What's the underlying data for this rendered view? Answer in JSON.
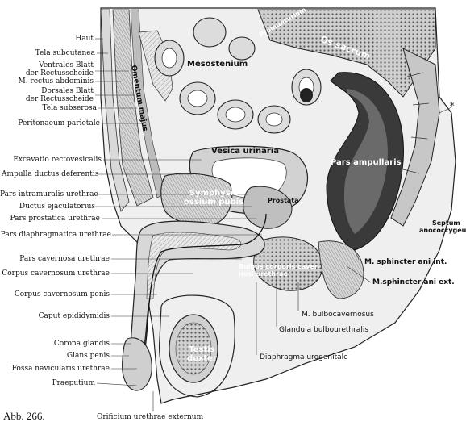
{
  "caption": "Abb. 266.",
  "star_mark": "*",
  "left_labels": [
    {
      "id": "haut",
      "text": "Haut"
    },
    {
      "id": "tela-subcutanea",
      "text": "Tela subcutanea"
    },
    {
      "id": "ventrales-blatt",
      "text": "Ventrales Blatt\nder Rectusscheide"
    },
    {
      "id": "m-rectus",
      "text": "M. rectus abdominis"
    },
    {
      "id": "dorsales-blatt",
      "text": "Dorsales Blatt\nder Rectusscheide"
    },
    {
      "id": "tela-subserosa",
      "text": "Tela subserosa"
    },
    {
      "id": "peritonaeum",
      "text": "Peritonaeum parietale"
    },
    {
      "id": "excavatio",
      "text": "Excavatio rectovesicalis"
    },
    {
      "id": "ampulla",
      "text": "Ampulla ductus deferentis"
    },
    {
      "id": "pars-intramuralis",
      "text": "Pars intramuralis urethrae"
    },
    {
      "id": "ductus-ejac",
      "text": "Ductus ejaculatorius"
    },
    {
      "id": "pars-prostatica",
      "text": "Pars prostatica urethrae"
    },
    {
      "id": "pars-diaphragmatica",
      "text": "Pars diaphragmatica urethrae"
    },
    {
      "id": "pars-cavernosa",
      "text": "Pars cavernosa urethrae"
    },
    {
      "id": "corpus-cav-urethrae",
      "text": "Corpus cavernosum urethrae"
    },
    {
      "id": "corpus-cav-penis",
      "text": "Corpus cavernosum penis"
    },
    {
      "id": "caput-epid",
      "text": "Caput epididymidis"
    },
    {
      "id": "corona",
      "text": "Corona glandis"
    },
    {
      "id": "glans",
      "text": "Glans penis"
    },
    {
      "id": "fossa",
      "text": "Fossa navicularis urethrae"
    },
    {
      "id": "praeputium",
      "text": "Praeputium"
    }
  ],
  "bottom_labels": [
    {
      "id": "orificium",
      "text": "Orificium urethrae externum"
    },
    {
      "id": "diaphragma",
      "text": "Diaphragma urogenitale"
    },
    {
      "id": "glandula",
      "text": "Glandula bulbourethralis"
    },
    {
      "id": "bulbocav",
      "text": "M. bulbocavernosus"
    }
  ],
  "inner_labels": [
    {
      "id": "omentum",
      "text": "Omentum majus"
    },
    {
      "id": "mesostenium",
      "text": "Mesostenium"
    },
    {
      "id": "promunturium",
      "text": "Promunturium"
    },
    {
      "id": "os-sacrum",
      "text": "Os sacrum"
    },
    {
      "id": "vesica",
      "text": "Vesica urinaria"
    },
    {
      "id": "pars-ampullaris",
      "text": "Pars ampullaris"
    },
    {
      "id": "symphysis",
      "text": "Symphysis\nossium pubis"
    },
    {
      "id": "prostata",
      "text": "Prostata"
    },
    {
      "id": "septum",
      "text": "Septum\nanococcygeum"
    },
    {
      "id": "bulbus",
      "text": "Bulbus corporis caver-\nnosi urethrae"
    },
    {
      "id": "sphincter-int",
      "text": "M. sphincter ani int."
    },
    {
      "id": "sphincter-ext",
      "text": "M.sphincter ani ext."
    },
    {
      "id": "testis",
      "text": "Testis\ndexter"
    }
  ],
  "colors": {
    "ink": "#1a1a1a",
    "tissue_light": "#e6e6e6",
    "tissue_mid": "#b8b8b8",
    "tissue_dark": "#4a4a4a",
    "paper": "#ffffff"
  }
}
